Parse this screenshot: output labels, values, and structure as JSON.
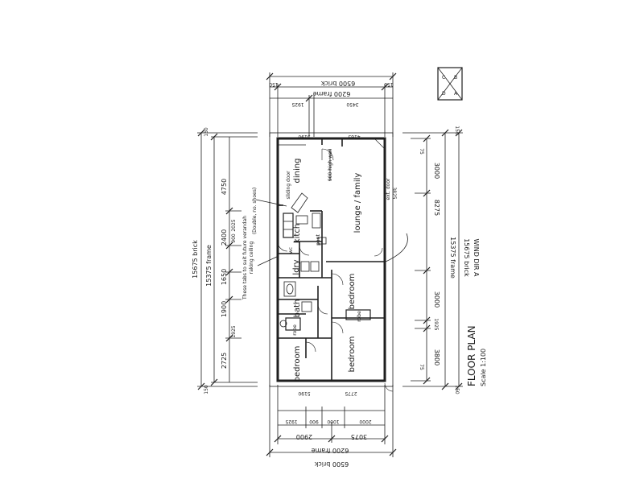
{
  "rooms": {
    "dining": "dining",
    "lounge": "lounge / family",
    "kitchen": "kitch",
    "pantry": "pant",
    "laundry": "ldry",
    "bath": "bath",
    "wc": "wc",
    "robe_left": "robe",
    "robe_mid": "robe",
    "bedroom_left": "bedroom",
    "bedroom_mid": "bedroom",
    "bedroom_upper": "bedroom"
  },
  "labels": {
    "floor_plan": "FLOOR PLAN",
    "scale": "Scale 1:100",
    "wind": "WIND DIR A",
    "north_letters": [
      "C",
      "B",
      "D",
      "A"
    ],
    "note_future": "These tabs to suit future verandah",
    "note_ceiling": "raking ceiling",
    "note_3cu": "(Double, no. shoes)",
    "ceiling_note": "900 high wall",
    "slider": "sliding door",
    "ext": "ext. door"
  },
  "dims": {
    "top_brick": "6500 brick",
    "top_frame": "6200 frame",
    "top_1925": "1925",
    "top_3450": "3450",
    "top_150a": "150",
    "top_150b": "150",
    "bot_brick": "6500 brick",
    "bot_frame": "6200 frame",
    "bot_2900": "2900",
    "bot_3075": "3075",
    "bot_1925": "1925",
    "bot_900": "900",
    "bot_1000": "1000",
    "bot_2000": "2000",
    "left_brick": "15675 brick",
    "left_frame": "15375 frame",
    "left_4750": "4750",
    "left_2400": "2400",
    "left_1650": "1650",
    "left_1900": "1900",
    "left_2725": "2725",
    "left_900": "900",
    "left_2025": "2025",
    "left_1925": "1925",
    "left_150a": "150",
    "left_150b": "150",
    "right_brick": "15675 brick",
    "right_frame": "15375 frame",
    "right_3000a": "3000",
    "right_8275": "8275",
    "right_3000b": "3000",
    "right_3800": "3800",
    "right_1925": "1925",
    "right_75a": "75",
    "right_75b": "75",
    "right_150a": "150",
    "right_150b": "150",
    "in_5190a": "5190",
    "in_5190b": "5190",
    "in_2775": "2775",
    "in_3825": "3825",
    "in_4165": "4165"
  }
}
